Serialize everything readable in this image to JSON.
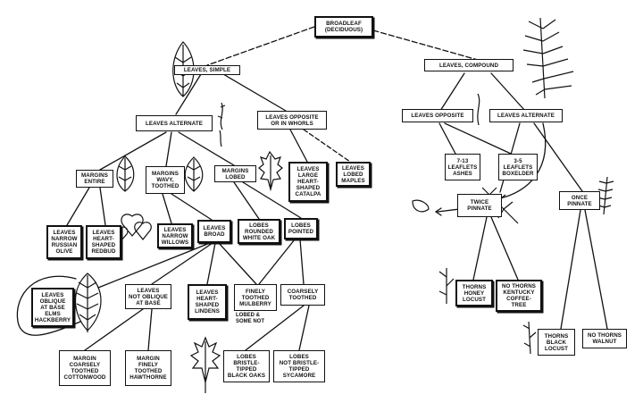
{
  "nodes": {
    "broadleaf": "BROADLEAF\n(Deciduous)",
    "leaves_simple": "LEAVES, SIMPLE",
    "leaves_compound": "LEAVES, COMPOUND",
    "simple_alternate": "LEAVES ALTERNATE",
    "simple_opposite": "LEAVES OPPOSITE\nOR IN WHORLS",
    "compound_opposite": "LEAVES OPPOSITE",
    "compound_alternate": "LEAVES ALTERNATE",
    "margins_entire": "MARGINS\nENTIRE",
    "margins_wavy": "MARGINS\nWAVY,\nTOOTHED",
    "margins_lobed": "MARGINS\nLOBED",
    "catalpa": "LEAVES\nLARGE\nHEART-\nSHAPED\nCATALPA",
    "maples": "LEAVES\nLOBED\nMAPLES",
    "ashes": "7-13\nLEAFLETS\nASHES",
    "boxelder": "3-5\nLEAFLETS\nBOXELDER",
    "twice_pinnate": "TWICE\nPINNATE",
    "once_pinnate": "ONCE\nPINNATE",
    "russian_olive": "LEAVES\nNARROW\nRUSSIAN\nOLIVE",
    "redbud": "LEAVES\nHEART-\nSHAPED\nREDBUD",
    "willows": "LEAVES\nNARROW\nWILLOWS",
    "leaves_broad": "LEAVES\nBROAD",
    "white_oak": "LOBES\nROUNDED\nWHITE OAK",
    "lobes_pointed": "LOBES\nPOINTED",
    "honey_locust": "THORNS\nHONEY\nLOCUST",
    "coffee_tree": "NO THORNS\nKENTUCKY\nCOFFEE-\nTREE",
    "elms": "LEAVES\nOBLIQUE\nAT BASE\nELMS\nHACKBERRY",
    "not_oblique": "LEAVES\nNOT OBLIQUE\nAT BASE",
    "lindens": "LEAVES\nHEART-\nSHAPED\nLINDENS",
    "mulberry": "FINELY\nTOOTHED\nMULBERRY",
    "coarsely_toothed": "COARSELY\nTOOTHED",
    "cottonwood": "MARGIN\nCOARSELY\nTOOTHED\nCOTTONWOOD",
    "hawthorne": "MARGIN\nFINELY\nTOOTHED\nHAWTHORNE",
    "black_oaks": "LOBES\nBRISTLE-\nTIPPED\nBLACK OAKS",
    "sycamore": "LOBES\nNOT BRISTLE-\nTIPPED\nSYCAMORE",
    "black_locust": "THORNS\nBLACK\nLOCUST",
    "walnut": "NO THORNS\nWALNUT"
  },
  "notes": {
    "mulberry_note": "LOBED &\nSOME NOT"
  }
}
